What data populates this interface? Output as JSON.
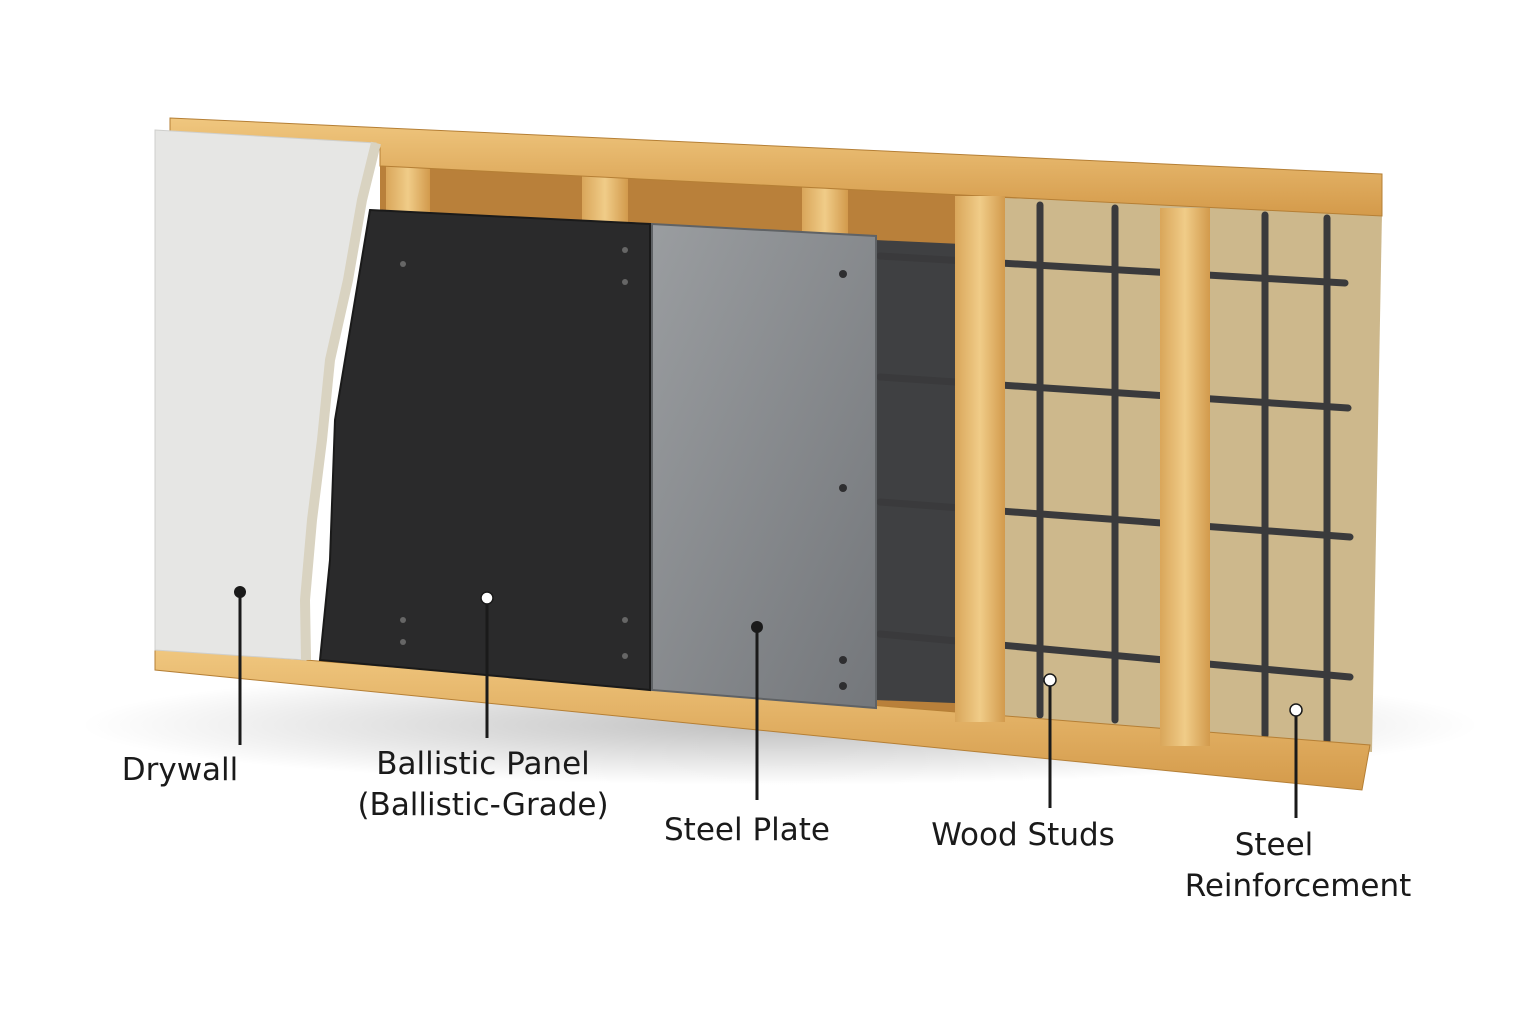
{
  "diagram": {
    "labels": {
      "drywall": "Drywall",
      "ballistic_panel_line1": "Ballistic Panel",
      "ballistic_panel_line2": "(Ballistic-Grade)",
      "steel_plate": "Steel Plate",
      "wood_studs": "Wood Studs",
      "steel_reinforcement_line1": "Steel",
      "steel_reinforcement_line2": "Reinforcement"
    },
    "colors": {
      "wood": "#e2b46a",
      "wood_dark": "#c98f3f",
      "drywall": "#e6e6e4",
      "ballistic_panel": "#2a2a2a",
      "steel_plate": "#8c8f92",
      "concrete": "#cdb88c",
      "rebar": "#3a3a3c"
    }
  }
}
